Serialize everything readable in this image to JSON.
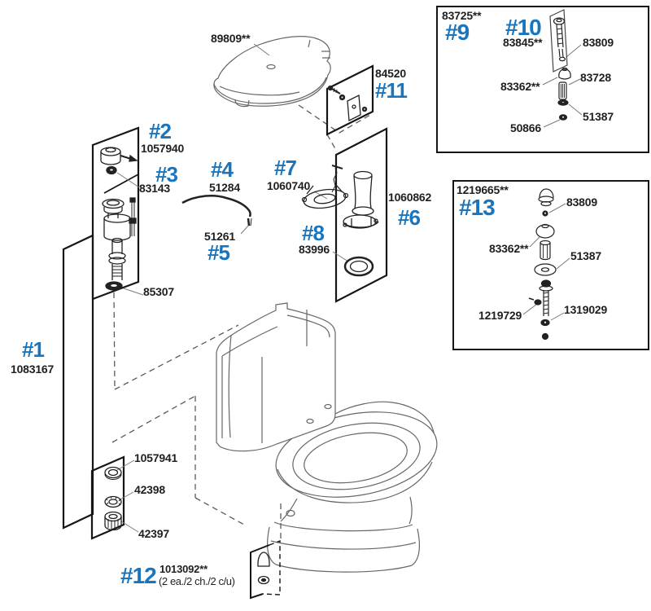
{
  "colors": {
    "callout_blue": "#1b75bc",
    "text_black": "#1f1f1f",
    "thin_line": "#5a5a5a",
    "panel_line": "#161616"
  },
  "labels": {
    "lid_part": "89809**",
    "c1_num": "#1",
    "c1_part": "1083167",
    "c2_num": "#2",
    "c2_part": "1057940",
    "c3_num": "#3",
    "c3_part": "83143",
    "c4_num": "#4",
    "c4_part": "51284",
    "c5_num": "#5",
    "c5_part": "51261",
    "c6_num": "#6",
    "c6_part": "1060862",
    "c7_num": "#7",
    "c7_part": "1060740",
    "c8_num": "#8",
    "c8_part": "83996",
    "c9_num": "#9",
    "c9_part": "83725**",
    "c10_num": "#10",
    "c10_part": "83845**",
    "c11_num": "#11",
    "c11_part": "84520",
    "c12_num": "#12",
    "c12_part": "1013092**",
    "c12_note": "(2 ea./2 ch./2 c/u)",
    "c13_num": "#13",
    "c13_part": "1219665**",
    "fill_valve_washer": "85307",
    "tank_bolt_washer": "1057941",
    "tank_bolt_washer2": "42398",
    "tank_bolt_nut": "42397",
    "kit9_bolt": "83809",
    "kit9_cap": "83362**",
    "kit9_spacer": "83728",
    "kit9_washer": "51387",
    "kit9_nut": "50866",
    "kit13_bolt": "83809",
    "kit13_cap": "83362**",
    "kit13_washer": "51387",
    "kit13_bolt2": "1219729",
    "kit13_nut": "1319029"
  }
}
